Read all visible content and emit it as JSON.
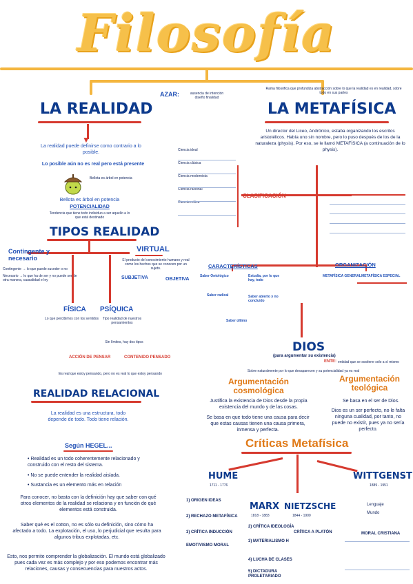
{
  "title": "Filosofía",
  "left": {
    "realidad": {
      "heading": "LA REALIDAD",
      "p1": "La realidad puede definirse como contrario a lo posible.",
      "p2": "Lo posible aún no es real pero está presente",
      "acorn": "Bellota es árbol en potencia",
      "potencialidad": "POTENCIALIDAD",
      "pot_note": "Tendencia que tiene todo individuo a ser aquello a lo que está destinado"
    },
    "tipos": {
      "heading": "TIPOS REALIDAD",
      "contingente": "Contingente y necesario",
      "cont_note1": "Contingente → lo que puede suceder o no",
      "cont_note2": "Necesario → lo que ha de ser y no puede ser de otra manera, causalidad e ley",
      "virtual": "VIRTUAL",
      "virtual_note": "El producto del conocimiento humano y real como los hechos que se conocen por un sujeto.",
      "subjetiva": "SUBJETIVA",
      "objetiva": "OBJETIVA",
      "fisica": "FÍSICA",
      "fisica_note": "Lo que percibimos con los sentidos",
      "psiquica": "PSÍQUICA",
      "psiquica_note": "Tipo realidad de nuestros pensamientos",
      "sin_limites": "Sin límites, hay dos tipos",
      "accion": "ACCIÓN DE PENSAR",
      "contenido": "CONTENIDO PENSADO",
      "psiquica_foot": "Es real que estoy pensando, pero no es real lo que estoy pensando"
    },
    "relacional": {
      "heading": "REALIDAD RELACIONAL",
      "p1": "La realidad es una estructura, todo depende de todo. Todo tiene relación.",
      "hegel": "Según HEGEL...",
      "b1": "Realidad es un todo coherentemente relacionado y construido con el resto del sistema.",
      "b2": "No se puede entender la realidad aislada.",
      "b3": "Sustancia es un elemento más en relación",
      "p2": "Para conocer, no basta con la definición hay que saber con qué otros elementos de la realidad se relaciona y en función de qué elementos está construida.",
      "p3": "Saber qué es el cotton, no es sólo su definición, sino cómo ha afectado a todo. La explotación, el uso, lo perjudicial que resulta para algunos tribus explotadas, etc.",
      "p4": "Esto, nos permite comprender la globalización. El mundo está globalizado pues cada vez es más complejo y por eso podemos encontrar más relaciones, causas y consecuencias para nuestros actos."
    }
  },
  "right": {
    "azar": "AZAR:",
    "azar_note": "ausencia de intención diseño finalidad",
    "metafisica": {
      "heading": "LA METAFÍSICA",
      "top_note": "Rama filosófica que profundiza abstracción sobre lo que la realidad es en realidad, sobre todo en sus partes",
      "intro": "Un director del Liceo, Andrónico, estaba organizando los escritos aristotélicos. Había uno sin nombre, pero lo puso después de los de la naturaleza (physis). Por eso, se le llamó METAFÍSICA (a continuación de lo physis).",
      "clasificacion": "CLASIFICACIÓN",
      "caracteristicas": "CARACTERÍSTICAS",
      "organizacion": "ORGANIZACIÓN",
      "meta_general": "METAFÍSICA GENERAL",
      "meta_especial": "METAFÍSICA ESPECIAL",
      "saber_ontologico": "Saber Ontológico",
      "saber_radical": "Saber radical",
      "saber_abierto": "Saber abierto y no concluido",
      "saber_ultimo": "Saber último",
      "estudia": "Estudia, por lo que hay, todo",
      "clas_items": [
        "Ciencia ideal",
        "Ciencia clásica",
        "Ciencia modernista",
        "Ciencia racional",
        "Ciencia crítica"
      ]
    },
    "dios": {
      "heading": "DIOS",
      "sub": "(para argumentar su existencia)",
      "ente": "ENTE:",
      "ente_note": "entidad que se sostiene solo a sí mismo",
      "line1": "Sobre naturalmente por lo que desaparecen y su potencialidad ya es real",
      "cosmologica": "Argumentación cosmológica",
      "teologica": "Argumentación teológica",
      "cos_p1": "Justifica la existencia de Dios desde la propia existencia del mundo y de las cosas.",
      "cos_p2": "Se basa en que todo tiene una causa para decir que estas causas tienen una causa primera, inmensa y perfecta.",
      "teo_p1": "Se basa en el ser de Dios.",
      "teo_p2": "Dios es un ser perfecto, no le falta ninguna cualidad, por tanto, no puede no existir, pues ya no sería perfecto."
    },
    "criticas": {
      "heading": "Críticas Metafísica",
      "hume": "HUME",
      "hume_years": "1711 - 1776",
      "marx": "MARX",
      "marx_years": "1818 - 1883",
      "nietzsche": "NIETZSCHE",
      "nietzsche_years": "1844 - 1900",
      "wittgenstein": "WITTGENSTEIN",
      "witt_years": "1889 - 1951",
      "hume_items": [
        "1) ORIGEN IDEAS",
        "2) RECHAZO METAFÍSICA",
        "3) CRÍTICA INDUCCIÓN",
        "EMOTIVISMO MORAL"
      ],
      "marx_items": [
        "2) CRÍTICA IDEOLOGÍA",
        "3) MATERIALISMO H",
        "4) LUCHA DE CLASES",
        "5) DICTADURA PROLETARIADO"
      ],
      "nietzsche_items": [
        "CRÍTICA A PLATÓN"
      ],
      "witt_items": [
        "MORAL CRISTIANA",
        "Lenguaje",
        "Mundo"
      ]
    }
  }
}
